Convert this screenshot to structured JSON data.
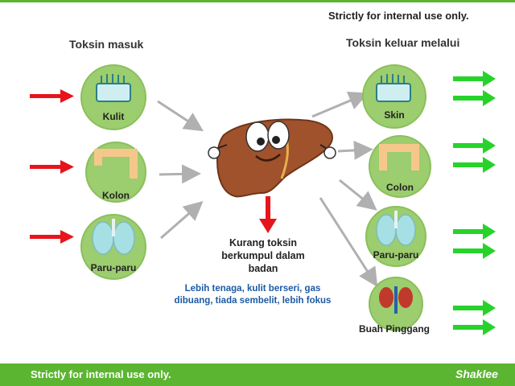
{
  "header_note": "Strictly for internal use only.",
  "left_heading": "Toksin masuk",
  "right_heading": "Toksin keluar melalui",
  "intake_organs": [
    "Kulit",
    "Kolon",
    "Paru-paru"
  ],
  "output_organs": [
    "Skin",
    "Colon",
    "Paru-paru",
    "Buah Pinggang"
  ],
  "result_text": "Kurang toksin berkumpul dalam badan",
  "benefit_text": "Lebih tenaga, kulit berseri, gas dibuang, tiada sembelit, lebih fokus",
  "footer_note": "Strictly for internal use only.",
  "brand": "Shaklee",
  "colors": {
    "green_bar": "#5bb531",
    "circle": "#9ccd6e",
    "red_arrow": "#e8141b",
    "green_arrow": "#27d32a",
    "liver": "#a0522d",
    "benefit_text": "#1c5aa3"
  }
}
